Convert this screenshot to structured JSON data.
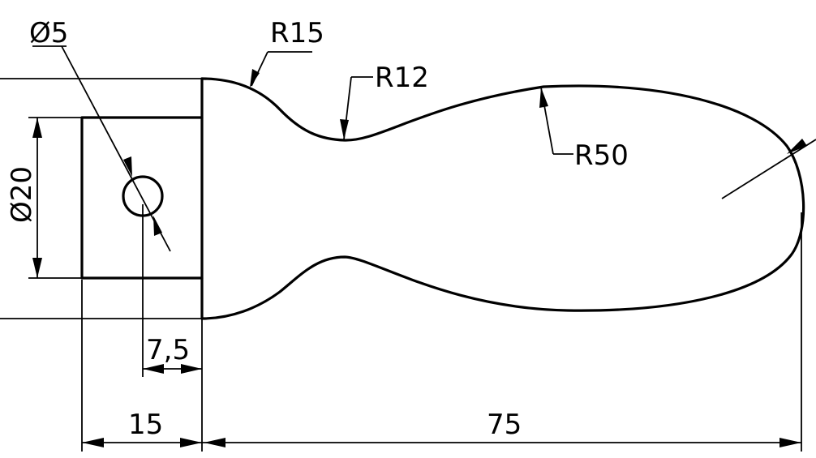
{
  "drawing": {
    "labels": {
      "hole_dia": "Ø5",
      "r15": "R15",
      "r12": "R12",
      "r50": "R50",
      "dia20": "Ø20",
      "d7_5": "7,5",
      "d15": "15",
      "d75": "75"
    }
  }
}
